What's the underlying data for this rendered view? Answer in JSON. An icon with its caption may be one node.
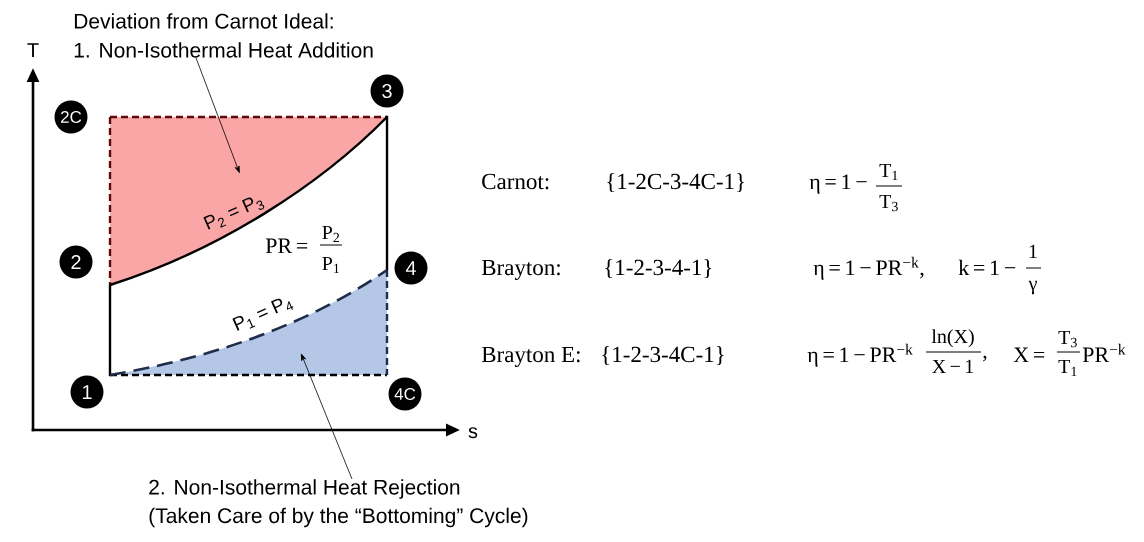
{
  "diagram": {
    "nodes": [
      {
        "text": [
          "Deviation from Carnot Ideal:",
          "1. Non-Isothermal Heat Addition"
        ]
      },
      {
        "text": [
          "3"
        ]
      },
      {
        "text": [
          "2C"
        ]
      },
      {
        "text": [],
        "shape": "area"
      },
      {
        "text": [
          "2"
        ]
      },
      {
        "text": [
          "4"
        ]
      },
      {
        "text": [],
        "shape": "area"
      },
      {
        "text": [
          "1"
        ]
      },
      {
        "text": [
          "4C"
        ]
      },
      {
        "text": [
          "2. Non-Isothermal Heat Rejection",
          "(Taken Care of by the “Bottoming” Cycle)"
        ]
      }
    ],
    "edges": [
      {
        "from": 0,
        "to": 3,
        "arrow": "to"
      },
      {
        "from": 9,
        "to": 6,
        "arrow": "to"
      }
    ],
    "labels": [
      "T",
      "P$_{2}$ = P$_{3}$",
      "PR =",
      "P$_{2}$",
      "P$_{1}$",
      "P$_{1}$ = P$_{4}$",
      "s",
      "Carnot:",
      "{1-2C-3-4C-1}",
      "η = 1 −",
      "T$_{1}$",
      "T$_{3}$",
      "Brayton:",
      "{1-2-3-4-1}",
      "η = 1 − PR$^{−k}$,",
      "k = 1 −",
      "1",
      "γ",
      "Brayton E:",
      "{1-2-3-4C-1}",
      "η = 1 − PR$^{−k}$",
      "ln(X)",
      "X − 1",
      ",",
      "X =",
      "T$_{3}$",
      "T$_{1}$",
      "PR$^{−k}$"
    ]
  }
}
